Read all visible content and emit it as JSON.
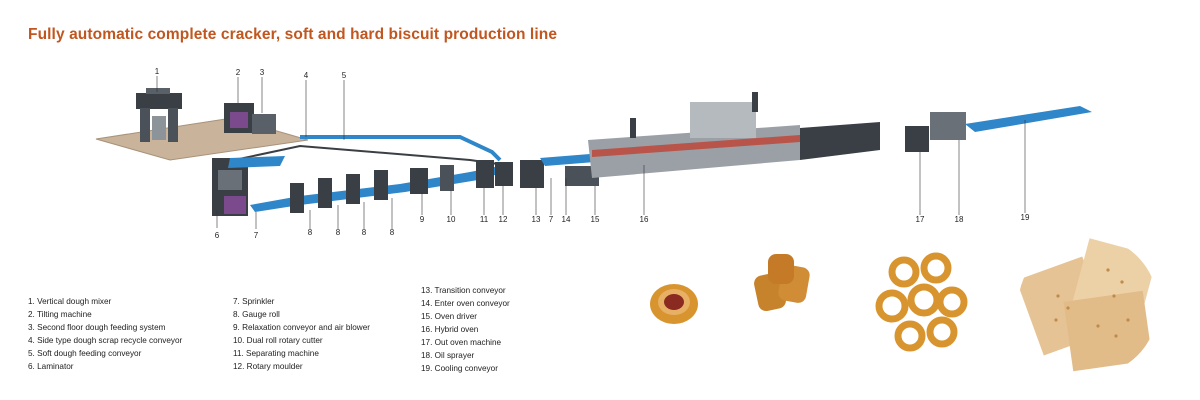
{
  "title": "Fully automatic complete cracker, soft and hard biscuit production line",
  "callouts": {
    "n1": "1",
    "n2": "2",
    "n3": "3",
    "n4": "4",
    "n5": "5",
    "n6": "6",
    "n7a": "7",
    "n7b": "7",
    "n8a": "8",
    "n8b": "8",
    "n8c": "8",
    "n8d": "8",
    "n9": "9",
    "n10": "10",
    "n11": "11",
    "n12": "12",
    "n13": "13",
    "n14": "14",
    "n15": "15",
    "n16": "16",
    "n17": "17",
    "n18": "18",
    "n19": "19"
  },
  "legend": {
    "col1": [
      "1.  Vertical dough mixer",
      "2.  Tilting machine",
      "3.  Second floor dough feeding system",
      "4.  Side type dough scrap recycle conveyor",
      "5.  Soft dough feeding conveyor",
      "6.  Laminator"
    ],
    "col2": [
      "7.  Sprinkler",
      "8.  Gauge roll",
      "9.  Relaxation conveyor and air blower",
      "10.  Dual roll rotary cutter",
      "11.  Separating machine",
      "12.  Rotary moulder"
    ],
    "col3": [
      "13.  Transition conveyor",
      "14.  Enter oven conveyor",
      "15.  Oven driver",
      "16.  Hybrid oven",
      "17.  Out oven machine",
      "18.  Oil sprayer",
      "19.  Cooling conveyor"
    ]
  },
  "colors": {
    "title": "#c1561f",
    "belt": "#2f86c8",
    "frame": "#3a3f45",
    "floor": "#c9b49b",
    "biscuit": "#d8952f"
  }
}
